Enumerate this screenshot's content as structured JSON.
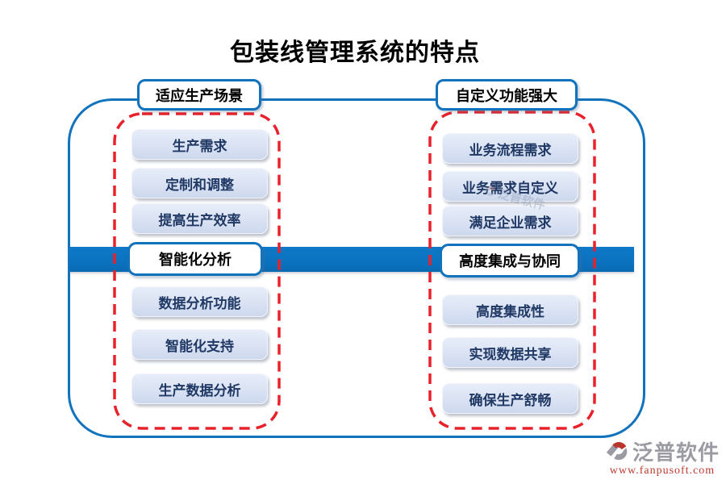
{
  "title": "包装线管理系统的特点",
  "columns": {
    "left": {
      "header": "适应生产场景",
      "items_top": [
        "生产需求",
        "定制和调整",
        "提高生产效率"
      ],
      "highlight": "智能化分析",
      "items_bottom": [
        "数据分析功能",
        "智能化支持",
        "生产数据分析"
      ]
    },
    "right": {
      "header": "自定义功能强大",
      "items_top": [
        "业务流程需求",
        "业务需求自定义",
        "满足企业需求"
      ],
      "highlight": "高度集成与协同",
      "items_bottom": [
        "高度集成性",
        "实现数据共享",
        "确保生产舒畅"
      ]
    }
  },
  "watermark_text": "泛普软件",
  "footer": {
    "brand": "泛普软件",
    "url": "www.fanpusoft.com"
  },
  "colors": {
    "bar_blue": "#0b72bf",
    "outline_blue": "#1173bd",
    "dashed_red": "#e8212b",
    "item_bg": "#d9e1f3",
    "item_text": "#1f3864",
    "brand_gray": "#9b9ba3",
    "url_red": "#bf3a30"
  }
}
